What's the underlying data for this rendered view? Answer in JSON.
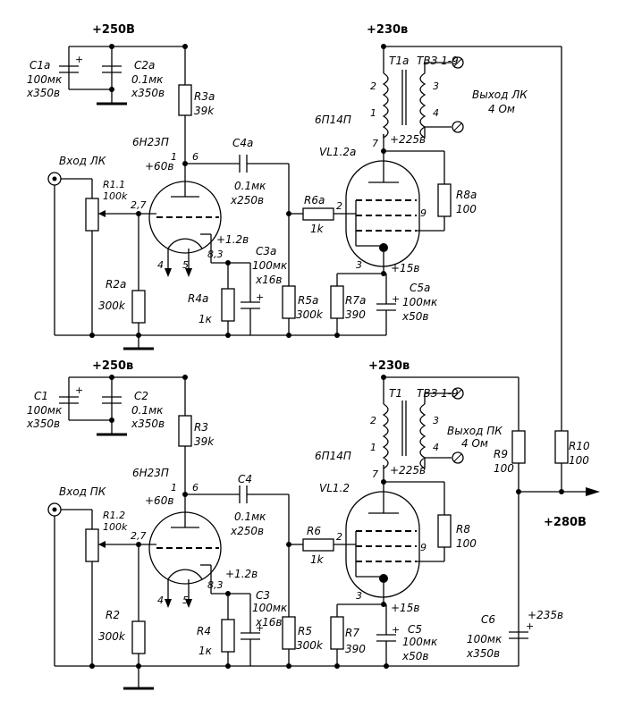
{
  "rails": {
    "top_250": "+250В",
    "top_230": "+230в",
    "bot_250": "+250в",
    "bot_230": "+230в",
    "out_280": "+280В",
    "c6_235": "+235в"
  },
  "left_channel": {
    "c1": {
      "name": "C1a",
      "value": "100мк",
      "voltage": "x350в"
    },
    "c2": {
      "name": "C2a",
      "value": "0.1мк",
      "voltage": "x350в"
    },
    "r3": {
      "name": "R3a",
      "value": "39k"
    },
    "tube1": {
      "type": "6Н23П",
      "pin1": "1",
      "pin6": "6",
      "pin27": "2,7",
      "pin83": "8,3",
      "pin4": "4",
      "pin5": "5"
    },
    "anode_v": "+60в",
    "cathode_v": "+1.2в",
    "c4": {
      "name": "C4a",
      "value": "0.1мк",
      "voltage": "x250в"
    },
    "input": "Вход ЛК",
    "pot": {
      "name": "R1.1",
      "value": "100k"
    },
    "r2": {
      "name": "R2a",
      "value": "300k"
    },
    "r4": {
      "name": "R4a",
      "value": "1к"
    },
    "c3": {
      "name": "C3a",
      "value": "100мк",
      "voltage": "x16в"
    },
    "r5": {
      "name": "R5a",
      "value": "300k"
    },
    "r6": {
      "name": "R6a",
      "value": "1k"
    },
    "tube2": {
      "name": "VL1.2a",
      "type": "6П14П",
      "pin2": "2",
      "pin3": "3",
      "pin7": "7",
      "pin9": "9"
    },
    "plate_v": "+225в",
    "cath2_v": "+15в",
    "r7": {
      "name": "R7a",
      "value": "390"
    },
    "c5": {
      "name": "C5a",
      "value": "100мк",
      "voltage": "x50в"
    },
    "r8": {
      "name": "R8a",
      "value": "100"
    },
    "transformer": {
      "name": "T1a",
      "type": "ТВЗ 1-9",
      "p1": "1",
      "p2": "2",
      "s3": "3",
      "s4": "4"
    },
    "output": "Выход ЛК",
    "output_imp": "4 Ом"
  },
  "right_channel": {
    "c1": {
      "name": "C1",
      "value": "100мк",
      "voltage": "x350в"
    },
    "c2": {
      "name": "C2",
      "value": "0.1мк",
      "voltage": "x350в"
    },
    "r3": {
      "name": "R3",
      "value": "39k"
    },
    "tube1": {
      "type": "6Н23П",
      "pin1": "1",
      "pin6": "6",
      "pin27": "2,7",
      "pin83": "8,3",
      "pin4": "4",
      "pin5": "5"
    },
    "anode_v": "+60в",
    "cathode_v": "+1.2в",
    "c4": {
      "name": "C4",
      "value": "0.1мк",
      "voltage": "x250в"
    },
    "input": "Вход ПК",
    "pot": {
      "name": "R1.2",
      "value": "100k"
    },
    "r2": {
      "name": "R2",
      "value": "300k"
    },
    "r4": {
      "name": "R4",
      "value": "1к"
    },
    "c3": {
      "name": "C3",
      "value": "100мк",
      "voltage": "x16в"
    },
    "r5": {
      "name": "R5",
      "value": "300k"
    },
    "r6": {
      "name": "R6",
      "value": "1k"
    },
    "tube2": {
      "name": "VL1.2",
      "type": "6П14П",
      "pin2": "2",
      "pin3": "3",
      "pin7": "7",
      "pin9": "9"
    },
    "plate_v": "+225в",
    "cath2_v": "+15в",
    "r7": {
      "name": "R7",
      "value": "390"
    },
    "c5": {
      "name": "C5",
      "value": "100мк",
      "voltage": "x50в"
    },
    "r8": {
      "name": "R8",
      "value": "100"
    },
    "transformer": {
      "name": "T1",
      "type": "ТВЗ 1-9",
      "p1": "1",
      "p2": "2",
      "s3": "3",
      "s4": "4"
    },
    "output": "Выход ПК",
    "output_imp": "4 Ом"
  },
  "power": {
    "r9": {
      "name": "R9",
      "value": "100"
    },
    "r10": {
      "name": "R10",
      "value": "100"
    },
    "c6": {
      "name": "C6",
      "value": "100мк",
      "voltage": "x350в"
    }
  }
}
